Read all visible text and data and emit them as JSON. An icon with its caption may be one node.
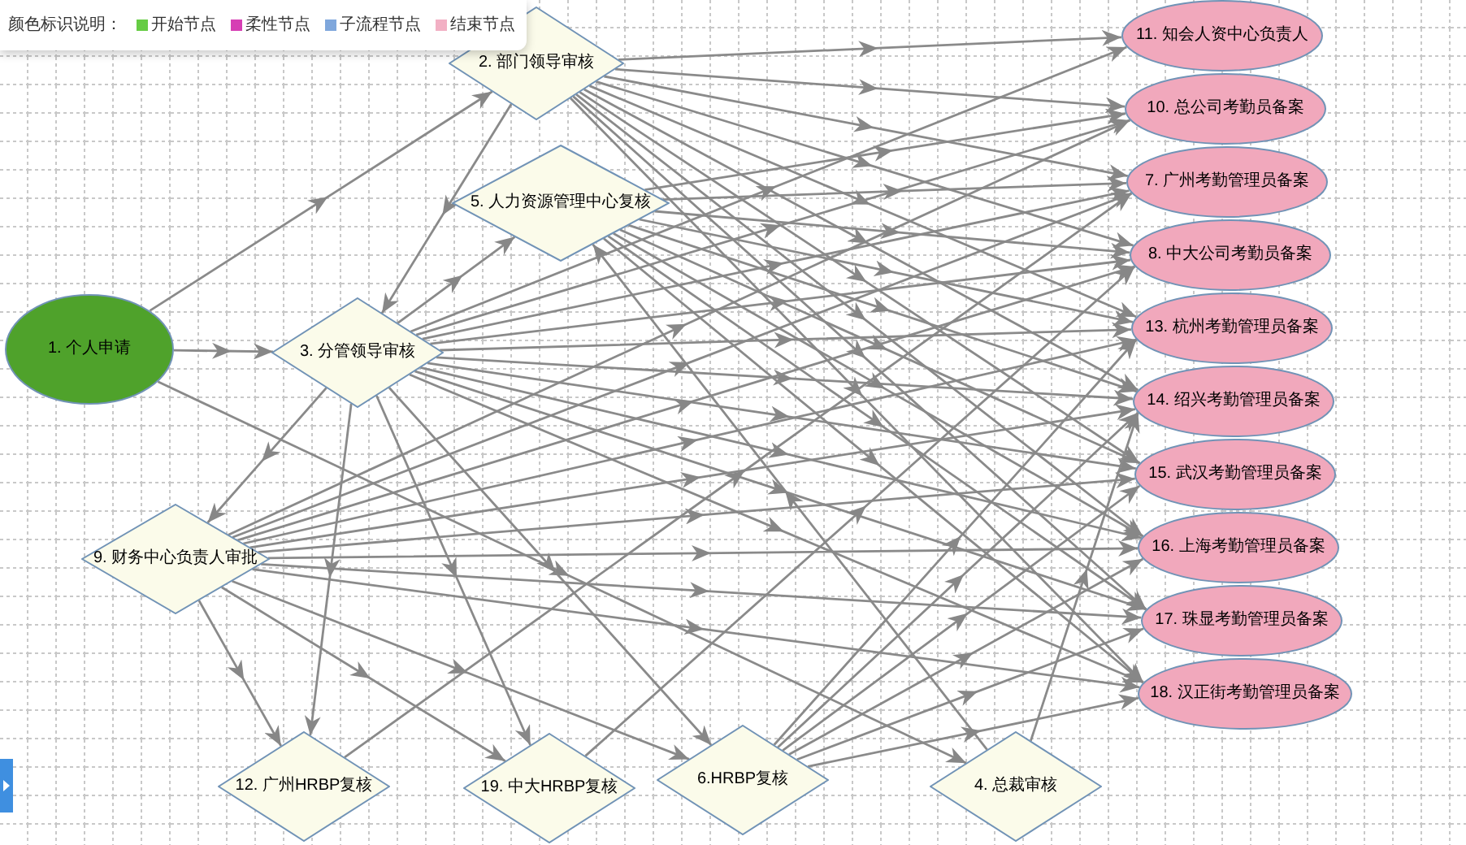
{
  "diagram": {
    "nodes": [
      {
        "text": [
          "2. 部门领导审核"
        ]
      },
      {
        "text": [
          "11. 知会人资中心负责人"
        ]
      },
      {
        "text": [
          "10. 总公司考勤员备案"
        ]
      },
      {
        "text": [
          "5. 人力资源管理中心复核"
        ]
      },
      {
        "text": [
          "7. 广州考勤管理员备案"
        ]
      },
      {
        "text": [
          "8. 中大公司考勤员备案"
        ]
      },
      {
        "text": [
          "1. 个人申请"
        ]
      },
      {
        "text": [
          "3. 分管领导审核"
        ]
      },
      {
        "text": [
          "13. 杭州考勤管理员备案"
        ]
      },
      {
        "text": [
          "14. 绍兴考勤管理员备案"
        ]
      },
      {
        "text": [
          "15. 武汉考勤管理员备案"
        ]
      },
      {
        "text": [
          "16. 上海考勤管理员备案"
        ]
      },
      {
        "text": [
          "9. 财务中心负责人审批"
        ]
      },
      {
        "text": [
          "17. 珠显考勤管理员备案"
        ]
      },
      {
        "text": [
          "18. 汉正街考勤管理员备案"
        ]
      },
      {
        "text": [
          "12. 广州HRBP复核"
        ]
      },
      {
        "text": [
          "19. 中大HRBP复核"
        ]
      },
      {
        "text": [
          "6.HRBP复核"
        ]
      },
      {
        "text": [
          "4. 总裁审核"
        ]
      }
    ],
    "edges": [
      {
        "from": 6,
        "to": 7,
        "arrow": "to"
      },
      {
        "from": 6,
        "to": 0,
        "arrow": "to"
      },
      {
        "from": 6,
        "to": 18,
        "arrow": "to"
      },
      {
        "from": 0,
        "to": 7,
        "arrow": "to"
      },
      {
        "from": 7,
        "to": 3,
        "arrow": "to"
      },
      {
        "from": 7,
        "to": 12,
        "arrow": "to"
      },
      {
        "from": 7,
        "to": 15,
        "arrow": "to"
      },
      {
        "from": 7,
        "to": 16,
        "arrow": "to"
      },
      {
        "from": 7,
        "to": 17,
        "arrow": "to"
      },
      {
        "from": 12,
        "to": 15,
        "arrow": "to"
      },
      {
        "from": 12,
        "to": 16,
        "arrow": "to"
      },
      {
        "from": 12,
        "to": 17,
        "arrow": "to"
      },
      {
        "from": 18,
        "to": 3,
        "arrow": "to"
      },
      {
        "from": 0,
        "to": 1,
        "arrow": "to"
      },
      {
        "from": 0,
        "to": 2,
        "arrow": "to"
      },
      {
        "from": 0,
        "to": 4,
        "arrow": "to"
      },
      {
        "from": 0,
        "to": 5,
        "arrow": "to"
      },
      {
        "from": 0,
        "to": 8,
        "arrow": "to"
      },
      {
        "from": 0,
        "to": 9,
        "arrow": "to"
      },
      {
        "from": 0,
        "to": 10,
        "arrow": "to"
      },
      {
        "from": 0,
        "to": 11,
        "arrow": "to"
      },
      {
        "from": 0,
        "to": 13,
        "arrow": "to"
      },
      {
        "from": 0,
        "to": 14,
        "arrow": "to"
      },
      {
        "from": 7,
        "to": 1,
        "arrow": "to"
      },
      {
        "from": 7,
        "to": 2,
        "arrow": "to"
      },
      {
        "from": 7,
        "to": 4,
        "arrow": "to"
      },
      {
        "from": 7,
        "to": 5,
        "arrow": "to"
      },
      {
        "from": 7,
        "to": 8,
        "arrow": "to"
      },
      {
        "from": 7,
        "to": 9,
        "arrow": "to"
      },
      {
        "from": 7,
        "to": 10,
        "arrow": "to"
      },
      {
        "from": 7,
        "to": 11,
        "arrow": "to"
      },
      {
        "from": 7,
        "to": 13,
        "arrow": "to"
      },
      {
        "from": 7,
        "to": 14,
        "arrow": "to"
      },
      {
        "from": 3,
        "to": 2,
        "arrow": "to"
      },
      {
        "from": 3,
        "to": 4,
        "arrow": "to"
      },
      {
        "from": 3,
        "to": 5,
        "arrow": "to"
      },
      {
        "from": 3,
        "to": 8,
        "arrow": "to"
      },
      {
        "from": 3,
        "to": 9,
        "arrow": "to"
      },
      {
        "from": 3,
        "to": 10,
        "arrow": "to"
      },
      {
        "from": 3,
        "to": 11,
        "arrow": "to"
      },
      {
        "from": 3,
        "to": 13,
        "arrow": "to"
      },
      {
        "from": 3,
        "to": 14,
        "arrow": "to"
      },
      {
        "from": 12,
        "to": 2,
        "arrow": "to"
      },
      {
        "from": 12,
        "to": 4,
        "arrow": "to"
      },
      {
        "from": 12,
        "to": 5,
        "arrow": "to"
      },
      {
        "from": 12,
        "to": 8,
        "arrow": "to"
      },
      {
        "from": 12,
        "to": 9,
        "arrow": "to"
      },
      {
        "from": 12,
        "to": 10,
        "arrow": "to"
      },
      {
        "from": 12,
        "to": 11,
        "arrow": "to"
      },
      {
        "from": 12,
        "to": 13,
        "arrow": "to"
      },
      {
        "from": 12,
        "to": 14,
        "arrow": "to"
      },
      {
        "from": 17,
        "to": 8,
        "arrow": "to"
      },
      {
        "from": 17,
        "to": 9,
        "arrow": "to"
      },
      {
        "from": 17,
        "to": 10,
        "arrow": "to"
      },
      {
        "from": 17,
        "to": 11,
        "arrow": "to"
      },
      {
        "from": 17,
        "to": 13,
        "arrow": "to"
      },
      {
        "from": 17,
        "to": 14,
        "arrow": "to"
      },
      {
        "from": 15,
        "to": 4,
        "arrow": "to"
      },
      {
        "from": 16,
        "to": 5,
        "arrow": "to"
      },
      {
        "from": 18,
        "to": 9,
        "arrow": "to"
      }
    ],
    "labels": [
      "颜色标识说明："
    ],
    "legend": [
      {
        "text": "开始节点",
        "color": "#66cc44"
      },
      {
        "text": "柔性节点",
        "color": "#d63fb4"
      },
      {
        "text": "子流程节点",
        "color": "#7fa7dc"
      },
      {
        "text": "结束节点",
        "color": "#f2b0c4"
      }
    ]
  }
}
